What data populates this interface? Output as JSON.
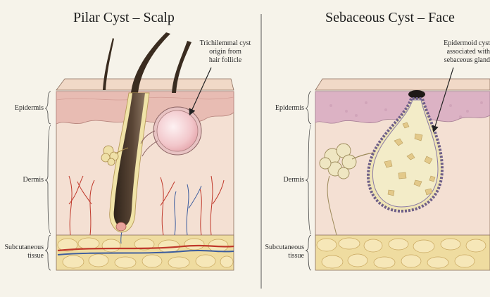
{
  "panels": [
    {
      "title": "Pilar Cyst – Scalp",
      "annotation": [
        "Trichilemmal cyst",
        "origin from",
        "hair follicle"
      ],
      "layers": [
        "Epidermis",
        "Dermis",
        "Subcutaneous",
        "tissue"
      ]
    },
    {
      "title": "Sebaceous Cyst – Face",
      "annotation": [
        "Epidermoid cyst",
        "associated with",
        "sebaceous gland"
      ],
      "layers": [
        "Epidermis",
        "Dermis",
        "Subcutaneous",
        "tissue"
      ]
    }
  ],
  "colors": {
    "background": "#f6f3ea",
    "epidermis": "#e8b9b0",
    "dermis": "#f3ddd0",
    "fat": "#efdca0",
    "hair": "#4b3a2d",
    "cyst_pink": "#f2c7cb",
    "cyst_yellow": "#efe4b5",
    "vessel_red": "#c0392b",
    "vessel_blue": "#3b5c9e"
  }
}
